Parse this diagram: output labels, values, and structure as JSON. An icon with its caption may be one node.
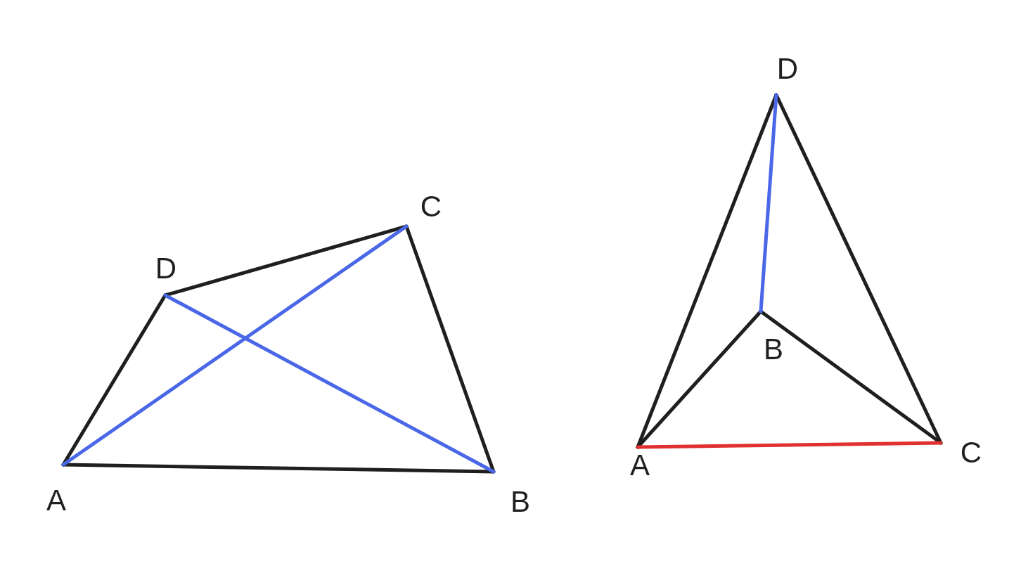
{
  "diagram": {
    "nodes": [
      {
        "text": [
          "A"
        ]
      },
      {
        "text": [
          "B"
        ]
      },
      {
        "text": [
          "C"
        ]
      },
      {
        "text": [
          "D"
        ]
      },
      {
        "text": [
          "A"
        ]
      },
      {
        "text": [
          "B"
        ]
      },
      {
        "text": [
          "C"
        ]
      },
      {
        "text": [
          "D"
        ]
      }
    ],
    "edges": [
      {
        "from": 0,
        "to": 1,
        "arrow": "none"
      },
      {
        "from": 1,
        "to": 2,
        "arrow": "none"
      },
      {
        "from": 2,
        "to": 3,
        "arrow": "none"
      },
      {
        "from": 3,
        "to": 0,
        "arrow": "none"
      },
      {
        "from": 0,
        "to": 2,
        "arrow": "none",
        "color": "#4a67e8"
      },
      {
        "from": 3,
        "to": 1,
        "arrow": "none",
        "color": "#4a67e8"
      },
      {
        "from": 4,
        "to": 7,
        "arrow": "none"
      },
      {
        "from": 7,
        "to": 6,
        "arrow": "none"
      },
      {
        "from": 4,
        "to": 5,
        "arrow": "none"
      },
      {
        "from": 5,
        "to": 6,
        "arrow": "none"
      },
      {
        "from": 5,
        "to": 7,
        "arrow": "none",
        "color": "#4a67e8"
      },
      {
        "from": 4,
        "to": 6,
        "arrow": "none",
        "color": "#e03030"
      }
    ]
  }
}
